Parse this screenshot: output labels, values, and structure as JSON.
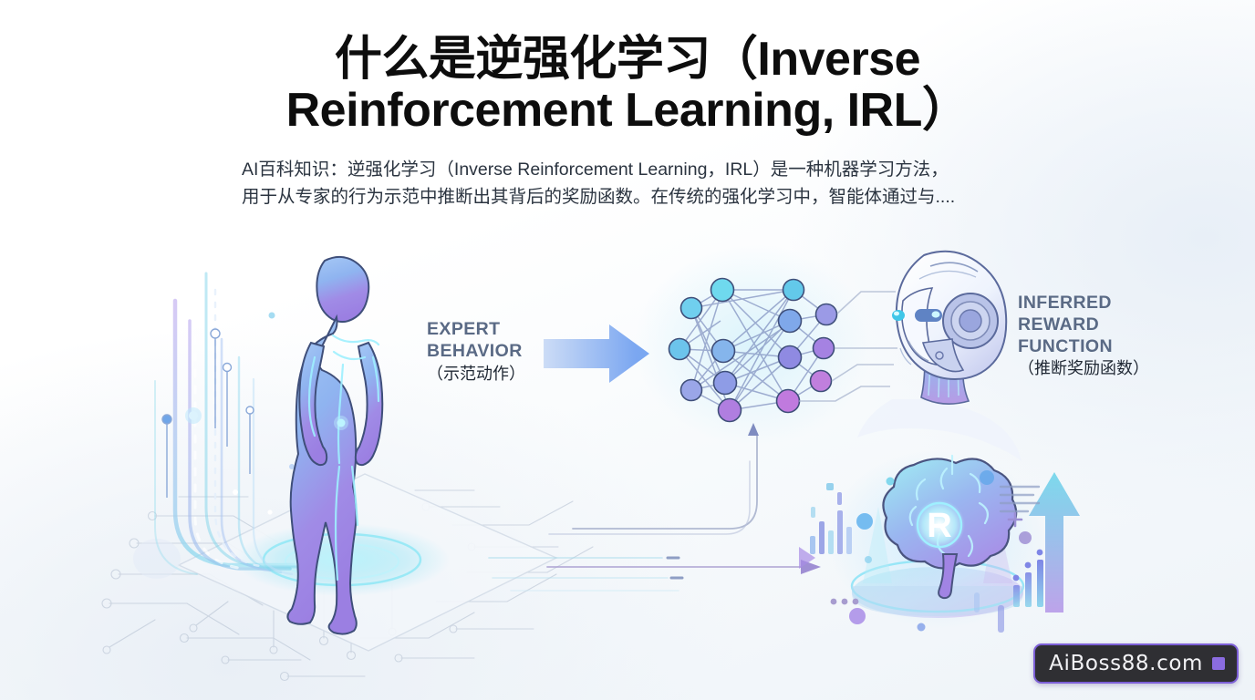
{
  "header": {
    "title_line1": "什么是逆强化学习（Inverse",
    "title_line2": "Reinforcement Learning, IRL）",
    "subtitle_line1": "AI百科知识：逆强化学习（Inverse Reinforcement Learning，IRL）是一种机器学习方法，",
    "subtitle_line2": "用于从专家的行为示范中推断出其背后的奖励函数。在传统的强化学习中，智能体通过与...."
  },
  "diagram": {
    "expert_label": {
      "en_line1": "EXPERT",
      "en_line2": "BEHAVIOR",
      "cn": "（示范动作）"
    },
    "reward_label": {
      "en_line1": "INFERRED",
      "en_line2": "REWARD",
      "en_line3": "FUNCTION",
      "cn": "（推断奖励函数）"
    },
    "brain_glyph": "R"
  },
  "watermark": {
    "text": "AiBoss88.com"
  },
  "colors": {
    "title": "#0d0d0d",
    "subtitle": "#2b3440",
    "label_en": "#5a6a85",
    "label_cn": "#1f2733",
    "accent_cyan": "#4fd5e8",
    "accent_blue": "#5b8ff0",
    "accent_purple": "#a882e8",
    "watermark_border": "#7c5fd6",
    "watermark_bg": "#2f2f33"
  }
}
